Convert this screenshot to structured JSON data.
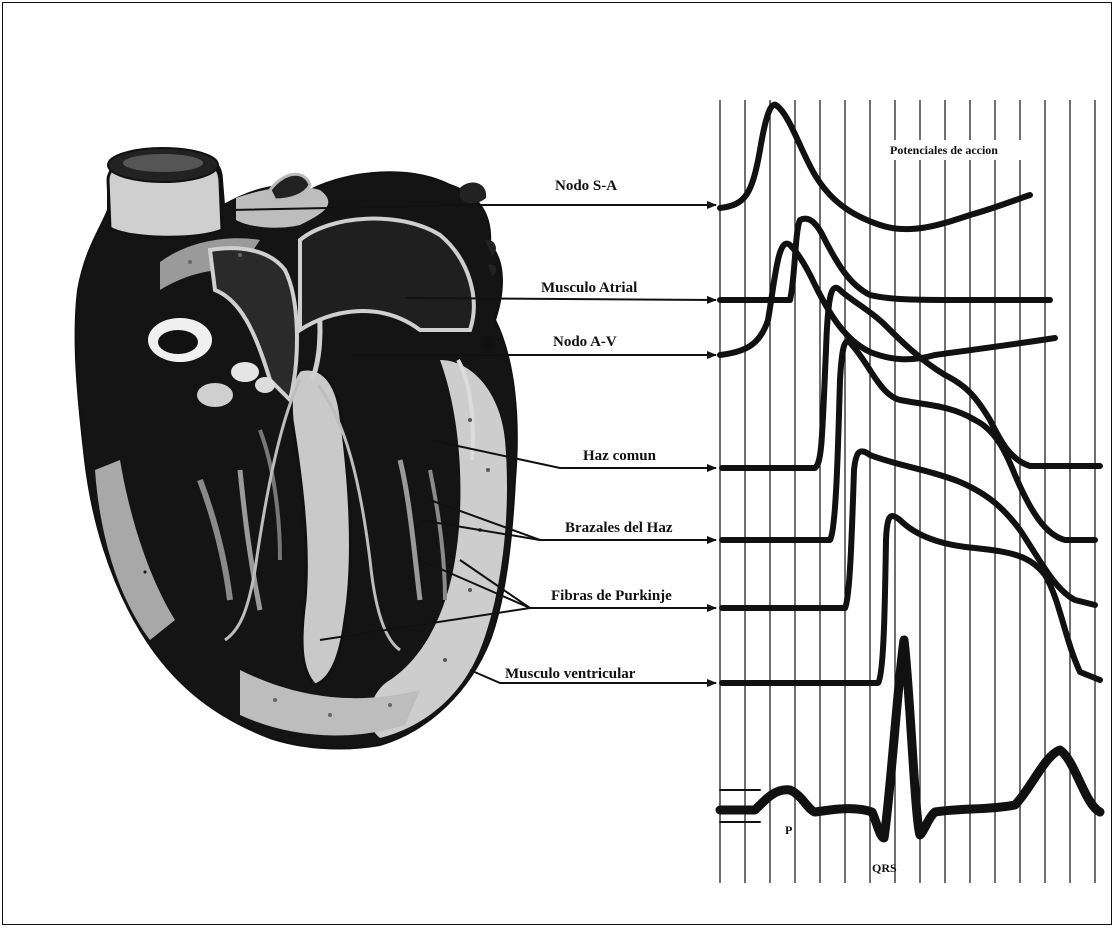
{
  "figure": {
    "header": "Potenciales de accion",
    "labels": [
      "Nodo S-A",
      "Musculo Atrial",
      "Nodo A-V",
      "Haz comun",
      "Brazales del Haz",
      "Fibras de Purkinje",
      "Musculo ventricular"
    ],
    "ecg_labels": {
      "p": "P",
      "qrs": "QRS"
    }
  },
  "colors": {
    "ink": "#111111",
    "background": "#ffffff",
    "heart_dark": "#141414",
    "heart_mid": "#8a8a8a",
    "heart_light": "#d6d6d6"
  }
}
